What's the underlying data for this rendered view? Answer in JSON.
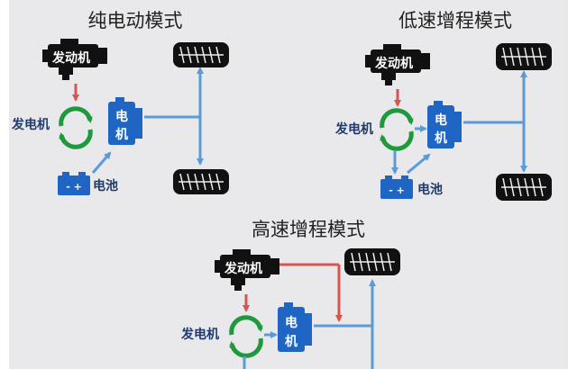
{
  "panels": [
    {
      "title": "纯电动模式"
    },
    {
      "title": "低速增程模式"
    },
    {
      "title": "高速增程模式"
    }
  ],
  "labels": {
    "engine": "发动机",
    "generator": "发电机",
    "motor_top": "电",
    "motor_bottom": "机",
    "battery": "电池",
    "battery_symbols": "- +"
  },
  "colors": {
    "background": "#e9e9ec",
    "flow_electric": "#5b9bd5",
    "flow_mechanical": "#d9534f",
    "component_blue": "#1f66c4",
    "generator_green": "#1e9a3c",
    "engine_black": "#111111",
    "label_text": "#1f3a6b"
  },
  "icons": [
    "engine-icon",
    "generator-cycle-icon",
    "motor-icon",
    "battery-icon",
    "tire-icon"
  ]
}
